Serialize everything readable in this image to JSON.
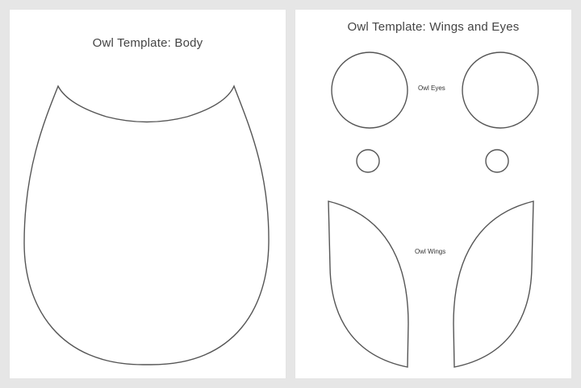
{
  "pages": {
    "body": {
      "title": "Owl Template: Body"
    },
    "wings_eyes": {
      "title": "Owl Template:  Wings and Eyes",
      "eyes_label": "Owl Eyes",
      "wings_label": "Owl Wings"
    }
  },
  "colors": {
    "background": "#e6e6e6",
    "page": "#ffffff",
    "outline": "#555555",
    "text": "#444444"
  }
}
